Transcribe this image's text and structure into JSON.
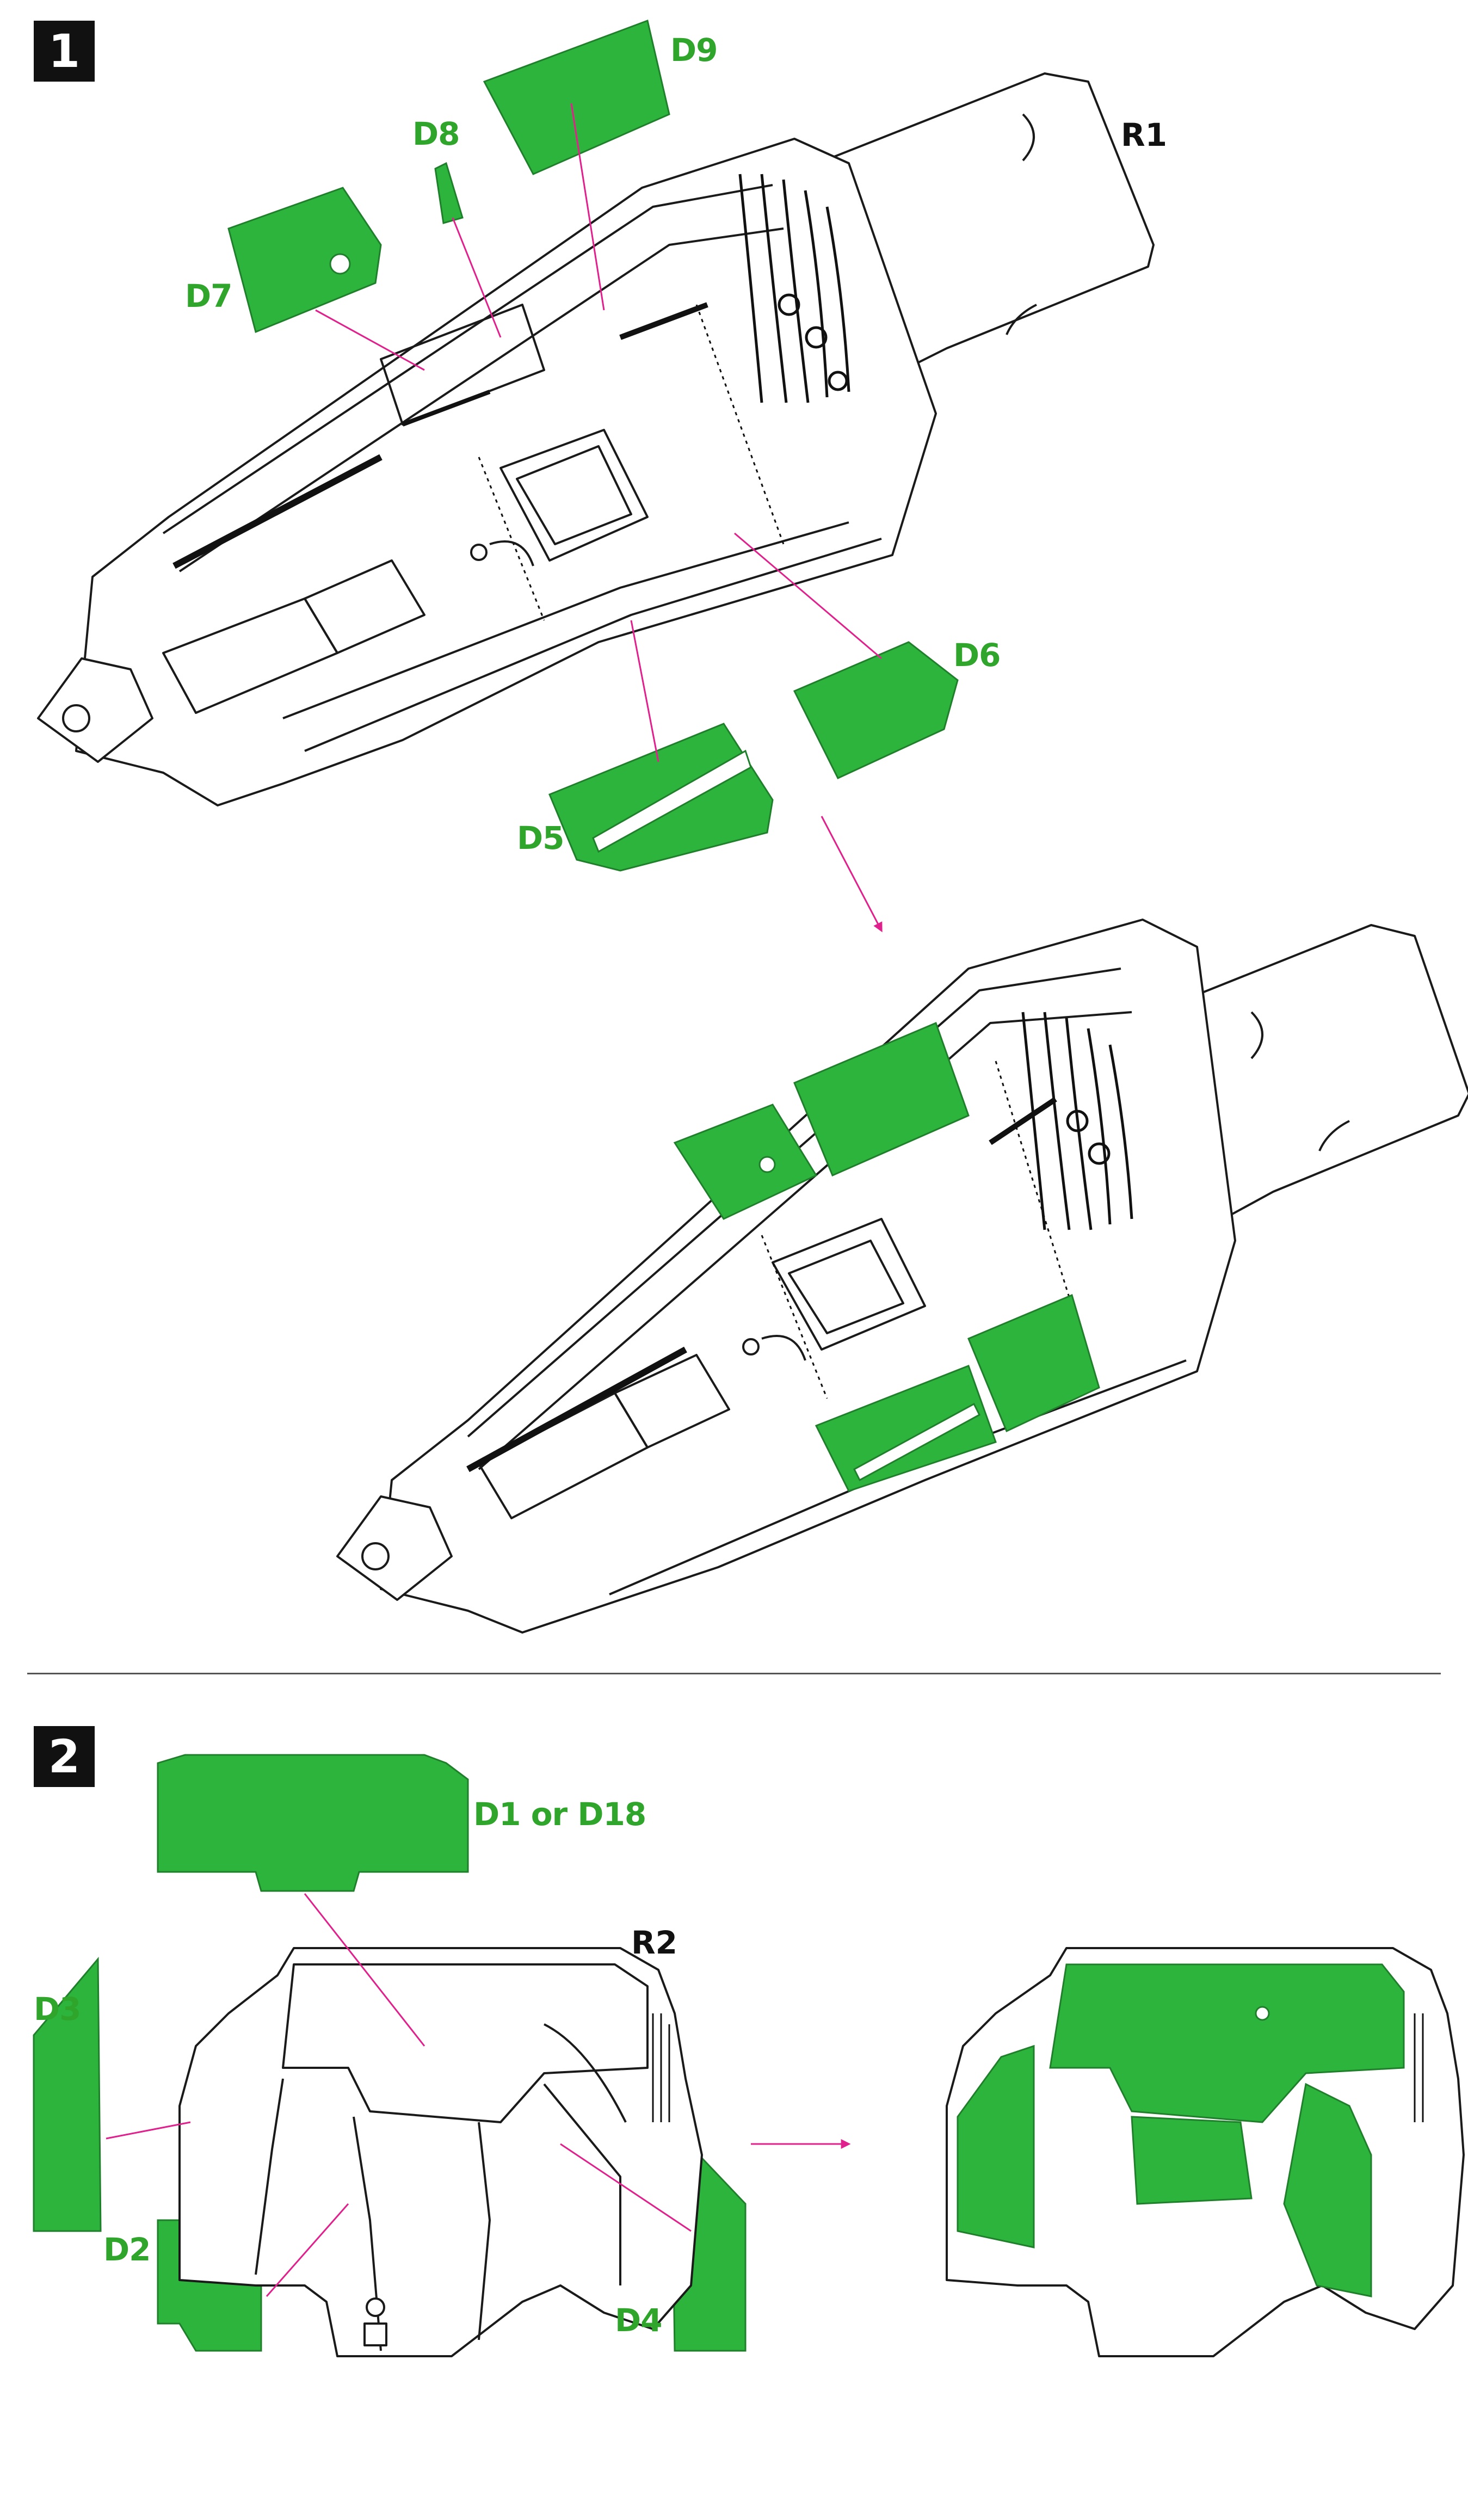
{
  "colors": {
    "decal": "#2db43c",
    "leader": "#e0208c",
    "ink": "#1a1a1a",
    "paper": "#ffffff"
  },
  "step1": {
    "number": "1",
    "part": "R1",
    "callouts": {
      "d5": "D5",
      "d6": "D6",
      "d7": "D7",
      "d8": "D8",
      "d9": "D9"
    }
  },
  "step2": {
    "number": "2",
    "part": "R2",
    "callouts": {
      "d1": "D1 or D18",
      "d2": "D2",
      "d3": "D3",
      "d4": "D4"
    }
  },
  "icons": [
    "arrow-down-right-icon",
    "arrow-right-icon"
  ]
}
